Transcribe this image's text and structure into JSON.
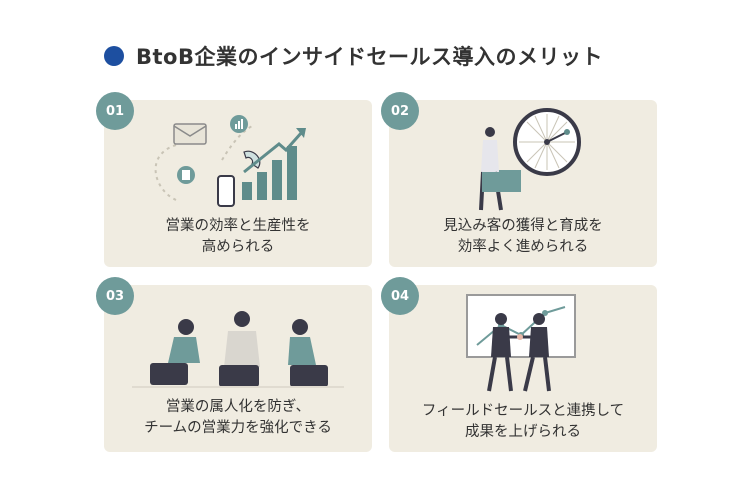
{
  "title": "BtoB企業のインサイドセールス導入のメリット",
  "cards": [
    {
      "number": "01",
      "line1": "営業の効率と生産性を",
      "line2": "高められる"
    },
    {
      "number": "02",
      "line1": "見込み客の獲得と育成を",
      "line2": "効率よく進められる"
    },
    {
      "number": "03",
      "line1": "営業の属人化を防ぎ、",
      "line2": "チームの営業力を強化できる"
    },
    {
      "number": "04",
      "line1": "フィールドセールスと連携して",
      "line2": "成果を上げられる"
    }
  ],
  "colors": {
    "accent_dot": "#1d4fa0",
    "card_bg": "#f0ece1",
    "badge": "#6f9b9a",
    "illustration_teal": "#5f8c8b",
    "illustration_dark": "#3a3a48"
  }
}
